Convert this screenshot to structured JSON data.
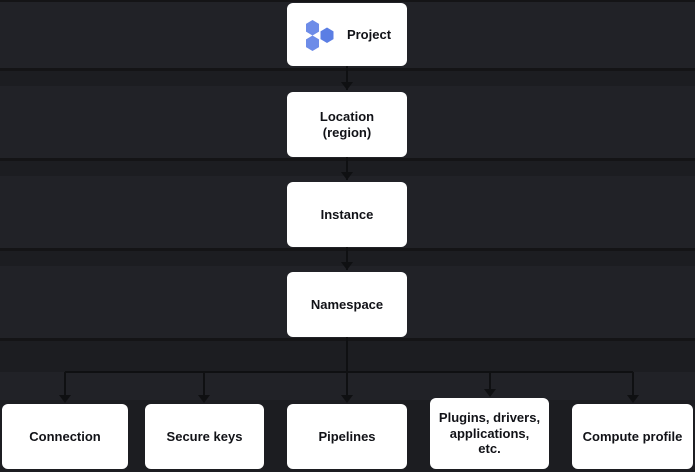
{
  "diagram": {
    "background_color": "#1c1d21",
    "card_color": "#ffffff",
    "card_text_color": "#111217",
    "connector_color": "#0f1012",
    "icon_color": "#6d8ce8",
    "nodes": {
      "project": {
        "label": "Project",
        "icon": "hexagons-icon"
      },
      "location": {
        "label": "Location\n(region)",
        "line1": "Location",
        "line2": "(region)"
      },
      "instance": {
        "label": "Instance"
      },
      "namespace": {
        "label": "Namespace"
      }
    },
    "children": [
      {
        "id": "connection",
        "label": "Connection"
      },
      {
        "id": "secure-keys",
        "label": "Secure keys"
      },
      {
        "id": "pipelines",
        "label": "Pipelines"
      },
      {
        "id": "plugins",
        "label": "Plugins, drivers,\napplications, etc.",
        "line1": "Plugins, drivers,",
        "line2": "applications, etc."
      },
      {
        "id": "compute-profile",
        "label": "Compute profile"
      }
    ]
  }
}
